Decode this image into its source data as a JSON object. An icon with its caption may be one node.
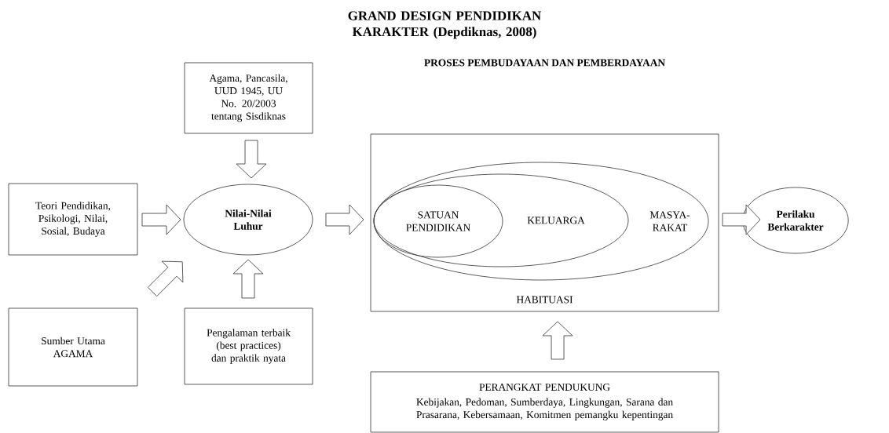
{
  "diagram": {
    "title": "GRAND DESIGN PENDIDIKAN KARAKTER (Depdiknas, 2008)",
    "nodes": [
      {
        "text": [
          "Agama, Pancasila, UUD 1945, UU No. 20/2003 tentang Sisdiknas"
        ]
      },
      {
        "text": [
          "Teori Pendidikan, Psikologi, Nilai, Sosial, Budaya"
        ]
      },
      {
        "text": [
          "Nilai-Nilai Luhur"
        ]
      },
      {
        "text": [
          "Sumber Utama AGAMA"
        ]
      },
      {
        "text": [
          "Pengalaman terbaik (best practices) dan praktik nyata"
        ]
      },
      {
        "text": [
          "HABITUASI"
        ]
      },
      {
        "text": [
          "MASYA- RAKAT"
        ],
        "in": 5
      },
      {
        "text": [
          "KELUARGA"
        ],
        "in": 6
      },
      {
        "text": [
          "SATUAN PENDIDIKAN"
        ],
        "in": 7
      },
      {
        "text": [
          "Perilaku Berkarakter"
        ]
      },
      {
        "text": [
          "PERANGKAT PENDUKUNG",
          "Kebijakan, Pedoman, Sumberdaya, Lingkungan, Sarana dan Prasarana, Kebersamaan, Komitmen pemangku kepentingan"
        ]
      }
    ],
    "edges": [
      {
        "from": 0,
        "to": 2,
        "arrow": "to"
      },
      {
        "from": 1,
        "to": 2,
        "arrow": "to"
      },
      {
        "from": 3,
        "to": 2,
        "arrow": "to"
      },
      {
        "from": 4,
        "to": 2,
        "arrow": "to"
      },
      {
        "from": 2,
        "to": 5,
        "arrow": "to"
      },
      {
        "from": 5,
        "to": 9,
        "arrow": "to"
      },
      {
        "from": 10,
        "to": 5,
        "arrow": "to"
      }
    ],
    "labels": [
      "PROSES PEMBUDAYAAN DAN PEMBERDAYAAN"
    ]
  }
}
